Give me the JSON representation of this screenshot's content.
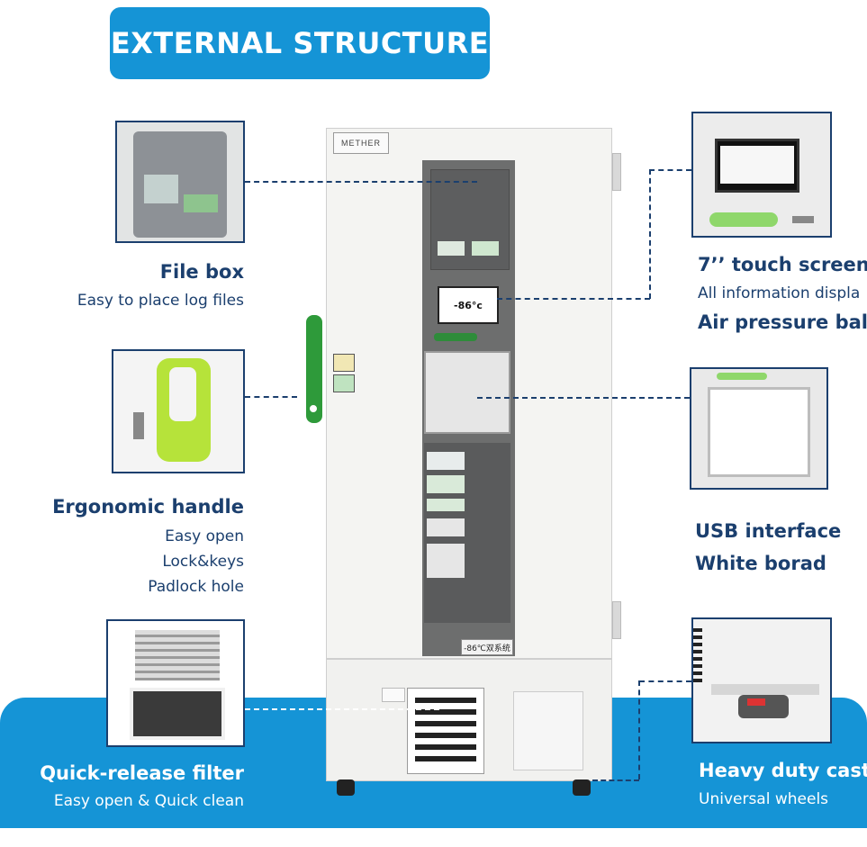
{
  "title": "EXTERNAL STRUCTURE",
  "brand": "METHER",
  "display_temp": "-86°c",
  "panel_badge": "-86℃双系统",
  "callouts": {
    "file_box": {
      "title": "File box",
      "lines": [
        "Easy to place log files"
      ]
    },
    "handle": {
      "title": "Ergonomic handle",
      "lines": [
        "Easy open",
        "Lock&keys",
        "Padlock hole"
      ]
    },
    "filter": {
      "title": "Quick-release filter",
      "lines": [
        "Easy open & Quick clean"
      ]
    },
    "touch_screen": {
      "title": "7’’ touch screen",
      "subtitle": "All information displa",
      "title2": "Air pressure bala"
    },
    "usb": {
      "title": "USB interface",
      "title2": "White borad"
    },
    "casters": {
      "title": "Heavy duty caste",
      "lines": [
        "Universal wheels"
      ]
    }
  },
  "colors": {
    "accent": "#1594d6",
    "text": "#1b3f6e",
    "handle_green": "#2e9a3a"
  }
}
